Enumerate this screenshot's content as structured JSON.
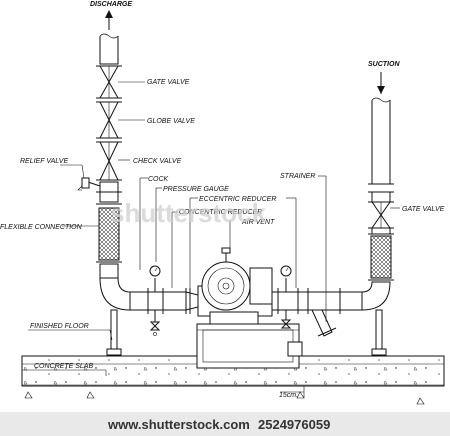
{
  "labels": {
    "discharge": "DISCHARGE",
    "gate_valve_discharge": "GATE VALVE",
    "globe_valve": "GLOBE VALVE",
    "relief_valve": "RELIEF VALVE",
    "check_valve": "CHECK VALVE",
    "cock": "COCK",
    "pressure_gauge": "PRESSURE GAUGE",
    "eccentric_reducer": "ECCENTRIC REDUCER",
    "flexible_connection": "FLEXIBLE CONNECTION",
    "concentric_reducer": "CONCENTRIC REDUCER",
    "air_vent": "AIR VENT",
    "suction": "SUCTION",
    "strainer": "STRAINER",
    "gate_valve_suction": "GATE VALVE",
    "finished_floor": "FINISHED FLOOR",
    "concrete_slab": "CONCRETE SLAB",
    "dimension": "15cm."
  },
  "watermark": "shutterstock",
  "footer": {
    "url": "www.shutterstock.com",
    "image_id": "2524976059"
  },
  "colors": {
    "line": "#111111",
    "background": "#ffffff",
    "watermark": "#cfcfcf"
  }
}
